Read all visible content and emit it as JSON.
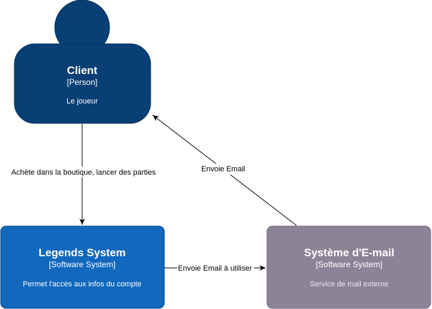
{
  "colors": {
    "person_fill": "#083F75",
    "person_stroke": "#06315C",
    "system_fill": "#1168BD",
    "system_stroke": "#0B4884",
    "external_fill": "#8C8496",
    "external_stroke": "#736782",
    "text_light": "#ffffff",
    "arrow": "#000000"
  },
  "nodes": {
    "client": {
      "title": "Client",
      "type": "[Person]",
      "description": "Le joueur"
    },
    "legends": {
      "title": "Legends System",
      "type": "[Software System]",
      "description": "Permet l'accès aux infos du compte"
    },
    "email": {
      "title": "Système d'E-mail",
      "type": "[Software System]",
      "description": "Service de mail externe"
    }
  },
  "edges": {
    "client_to_legends": {
      "label": "Achète dans la boutique, lancer des parties"
    },
    "email_to_client": {
      "label": "Envoie Email"
    },
    "legends_to_email": {
      "label": "Envoie Email à utiliser"
    }
  }
}
